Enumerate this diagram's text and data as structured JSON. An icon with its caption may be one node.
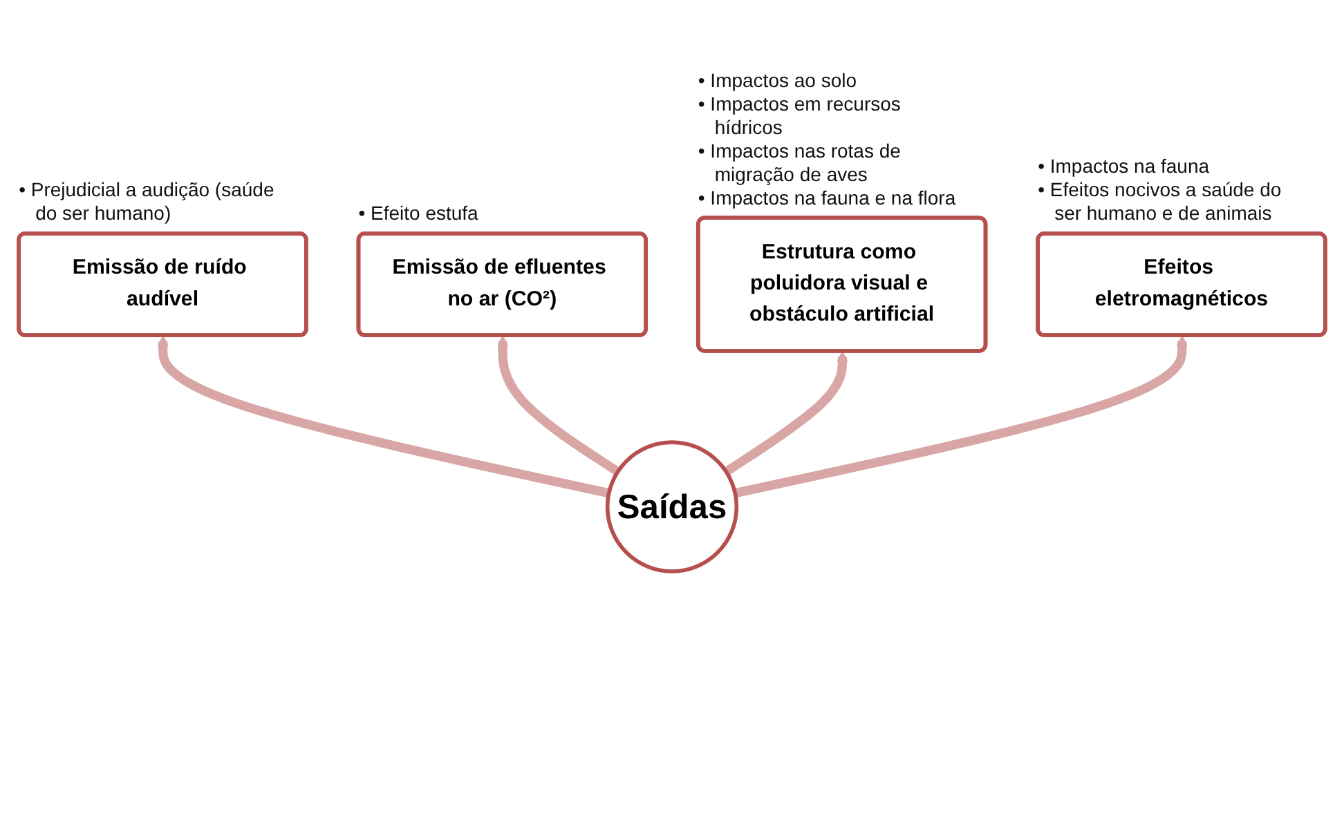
{
  "diagram": {
    "nodes": [
      {
        "text": [
          "Saídas"
        ]
      },
      {
        "text": [
          "Emissão de ruído audível"
        ],
        "beside": [
          "• Prejudicial a audição (saúde do ser humano)"
        ]
      },
      {
        "text": [
          "Emissão de efluentes no ar (CO²)"
        ],
        "beside": [
          "• Efeito estufa"
        ]
      },
      {
        "text": [
          "Estrutura como poluidora visual e obstáculo artificial"
        ],
        "beside": [
          "• Impactos ao solo",
          "• Impactos em recursos hídricos",
          "• Impactos nas rotas de migração de aves",
          "• Impactos na fauna e na flora"
        ]
      },
      {
        "text": [
          "Efeitos eletromagnéticos"
        ],
        "beside": [
          "• Impactos na fauna",
          "• Efeitos nocivos a saúde do ser humano e de animais"
        ]
      }
    ],
    "edges": [
      {
        "from": 0,
        "to": 1,
        "arrow": "to"
      },
      {
        "from": 0,
        "to": 2,
        "arrow": "to"
      },
      {
        "from": 0,
        "to": 3,
        "arrow": "to"
      },
      {
        "from": 0,
        "to": 4,
        "arrow": "to"
      }
    ]
  }
}
